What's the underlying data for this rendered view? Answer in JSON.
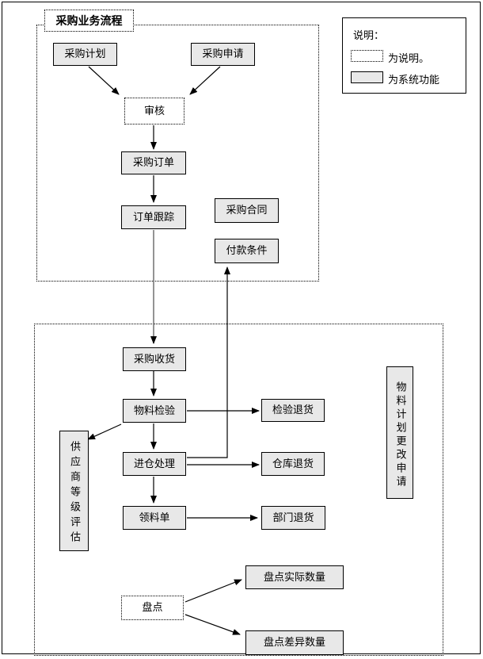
{
  "diagram": {
    "title": "采购业务流程",
    "legend": {
      "heading": "说明：",
      "items": [
        {
          "sample": "dotted-box",
          "label": "为说明。"
        },
        {
          "sample": "filled-box",
          "label": "为系统功能"
        }
      ]
    },
    "nodes": {
      "purchase_plan": {
        "label": "采购计划",
        "type": "system"
      },
      "purchase_request": {
        "label": "采购申请",
        "type": "system"
      },
      "review": {
        "label": "审核",
        "type": "note"
      },
      "purchase_order": {
        "label": "采购订单",
        "type": "system"
      },
      "order_tracking": {
        "label": "订单跟踪",
        "type": "system"
      },
      "purchase_contract": {
        "label": "采购合同",
        "type": "system"
      },
      "payment_terms": {
        "label": "付款条件",
        "type": "system"
      },
      "purchase_receiving": {
        "label": "采购收货",
        "type": "system"
      },
      "material_inspection": {
        "label": "物料检验",
        "type": "system"
      },
      "inspection_return": {
        "label": "检验退货",
        "type": "system"
      },
      "supplier_rating": {
        "label": "供应商等级评估",
        "type": "system",
        "orientation": "vertical"
      },
      "warehouse_entry": {
        "label": "进仓处理",
        "type": "system"
      },
      "warehouse_return": {
        "label": "仓库退货",
        "type": "system"
      },
      "material_requisition": {
        "label": "领料单",
        "type": "system"
      },
      "department_return": {
        "label": "部门退货",
        "type": "system"
      },
      "material_plan_change": {
        "label": "物料计划更改申请",
        "type": "system",
        "orientation": "vertical"
      },
      "stocktake": {
        "label": "盘点",
        "type": "note"
      },
      "stocktake_actual": {
        "label": "盘点实际数量",
        "type": "system"
      },
      "stocktake_diff": {
        "label": "盘点差异数量",
        "type": "system"
      }
    },
    "colors": {
      "system_fill": "#e8e8e8",
      "line": "#000000",
      "tracking_line": "#7a7a7a",
      "background": "#ffffff"
    }
  }
}
